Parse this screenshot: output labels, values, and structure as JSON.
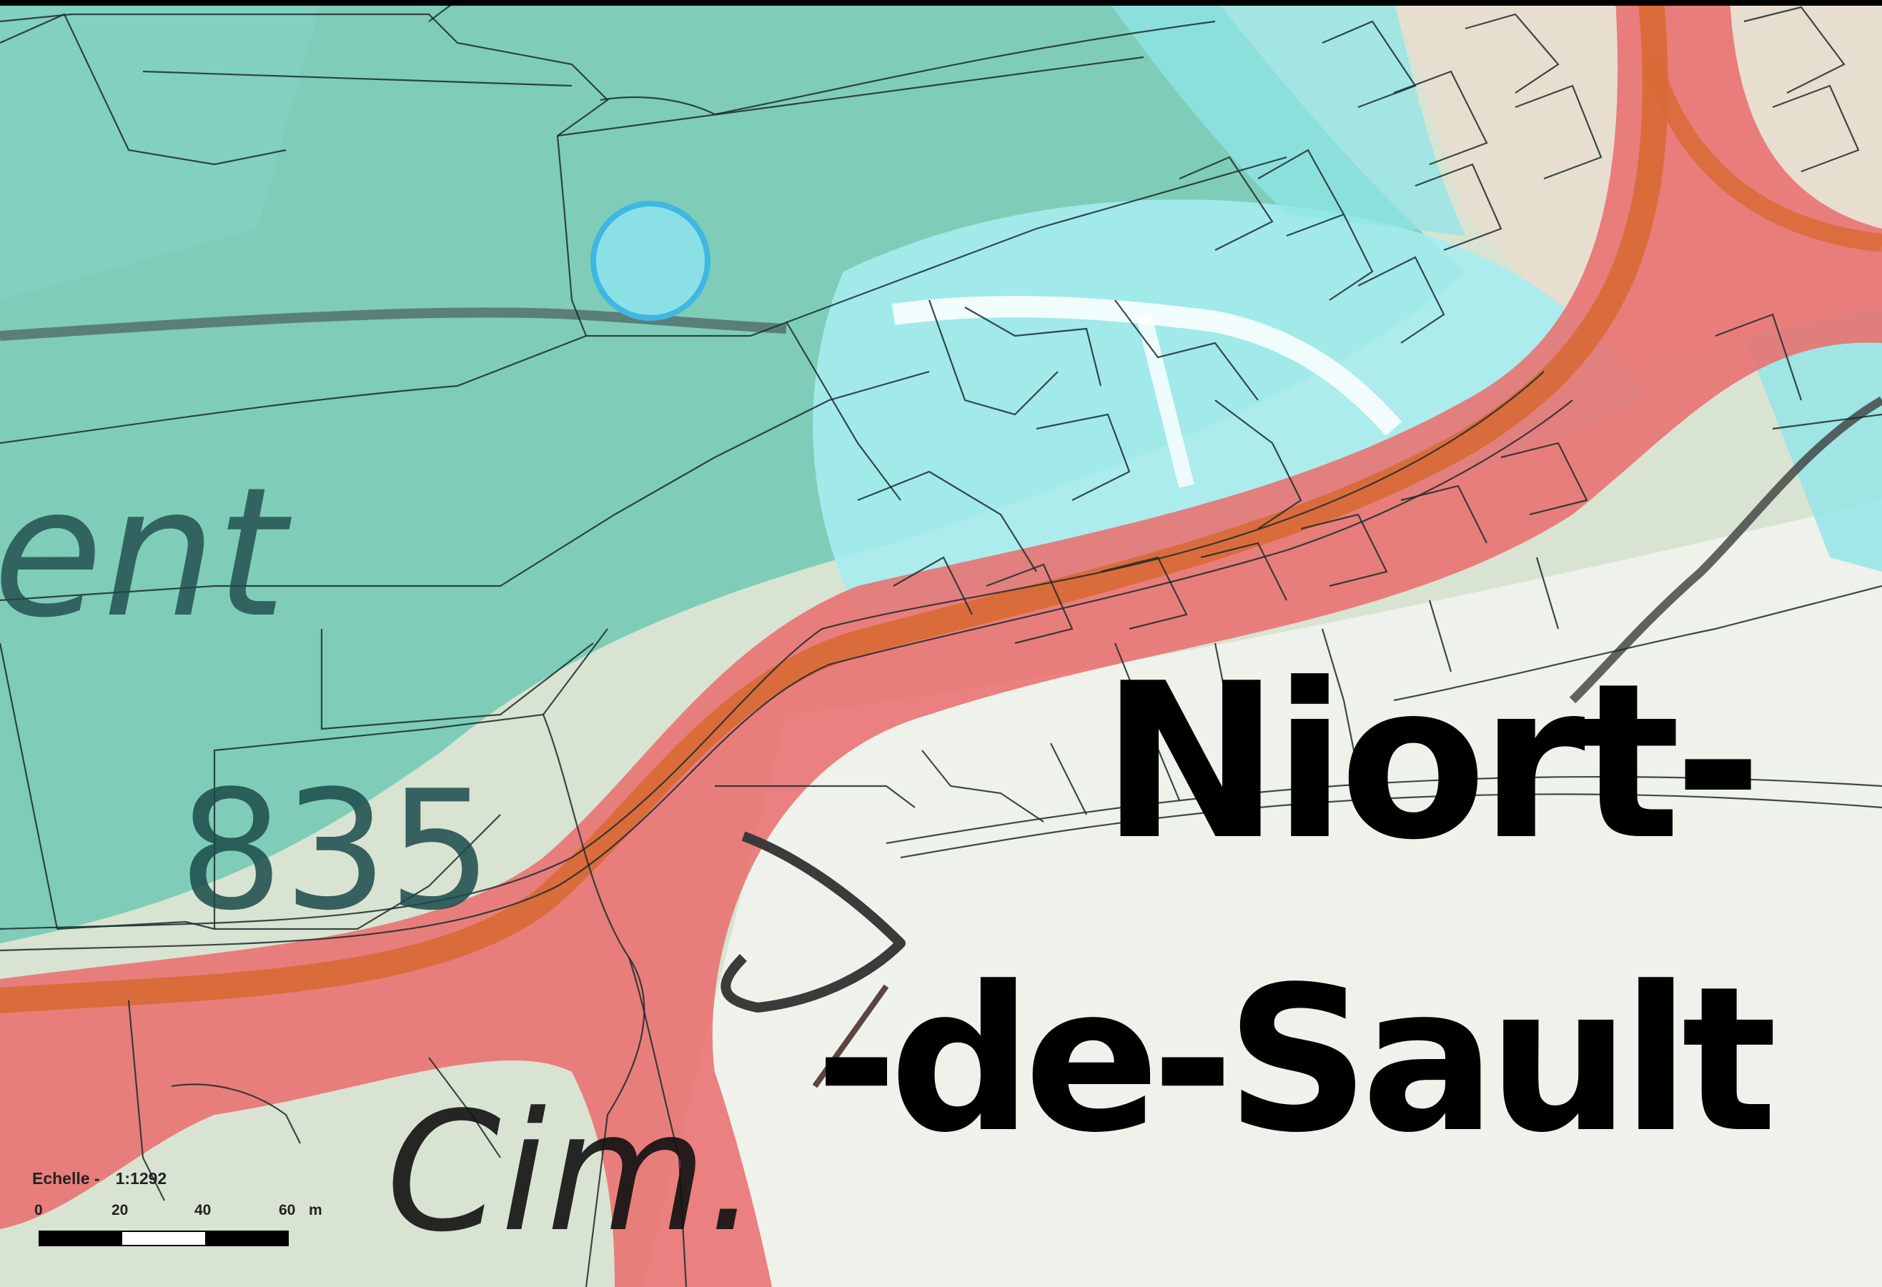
{
  "map": {
    "labels": {
      "ent": "ent",
      "altitude": "835",
      "town_line1": "Niort-",
      "town_line2": "-de-Sault",
      "cim": "Cim."
    },
    "colors": {
      "flood_teal": "#6fc9b4",
      "flood_cyan": "#8fe5e7",
      "flood_red": "#e96f6f",
      "river_orange": "#d86a35",
      "terrain_green": "#c9dcc1",
      "parcel_line": "#1c2b2b",
      "marker": "#3fb7e3"
    }
  },
  "scale": {
    "title": "Echelle -",
    "ratio": "1:1292",
    "ticks": [
      "0",
      "20",
      "40",
      "60"
    ],
    "unit": "m"
  }
}
